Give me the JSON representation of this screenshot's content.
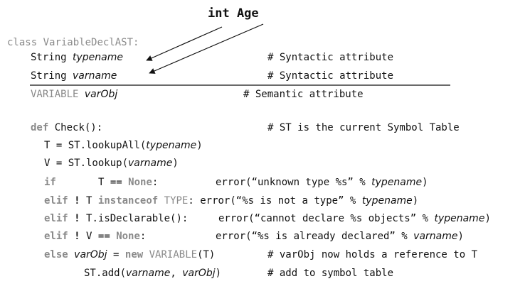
{
  "title": "int Age",
  "class_decl": {
    "kw": "class",
    "rest": "VariableDeclAST:"
  },
  "fields": [
    {
      "type": "String",
      "name": "typename",
      "comment": "# Syntactic attribute"
    },
    {
      "type": "String",
      "name": "varname",
      "comment": "# Syntactic attribute"
    },
    {
      "type": "VARIABLE",
      "name": "varObj",
      "comment": "# Semantic attribute"
    }
  ],
  "method": {
    "kw": "def",
    "rest": "Check():",
    "comment": "# ST is the current Symbol Table"
  },
  "body": {
    "l1": {
      "pre": "T = ST.lookupAll(",
      "arg": "typename",
      "post": ")"
    },
    "l2": {
      "pre": "V = ST.lookup(",
      "arg": "varname",
      "post": ")"
    },
    "l3": {
      "kw": "if",
      "cond": "T ==",
      "none": "None",
      "colon": ":",
      "call": "error(“unknown type %s” %",
      "arg": "typename",
      "post": ")"
    },
    "l4": {
      "kw": "elif",
      "not": "!",
      "t": "T",
      "kw2": "instanceof",
      "type": "TYPE",
      "mid": ": error(“%s is not a type” %",
      "arg": "typename",
      "post": ")"
    },
    "l5": {
      "kw": "elif",
      "not": "!",
      "cond": "T.isDeclarable():",
      "call": "error(“cannot declare %s objects” %",
      "arg": "typename",
      "post": ")"
    },
    "l6": {
      "kw": "elif",
      "not": "!",
      "cond": "V ==",
      "none": "None",
      "colon": ":",
      "call": "error(“%s is already declared” %",
      "arg": "varname",
      "post": ")"
    },
    "l7": {
      "kw": "else",
      "var": "varObj",
      "eq": "=",
      "kw2": "new",
      "type": "VARIABLE",
      "post": "(T)",
      "comment": "# varObj now holds a reference to T"
    },
    "l8": {
      "pre": "ST.add(",
      "a1": "varname",
      "comma": ",",
      "a2": "varObj",
      "post": ")",
      "comment": "# add to symbol table"
    }
  },
  "colors": {
    "text": "#111111",
    "keyword": "#8a8a8a"
  }
}
